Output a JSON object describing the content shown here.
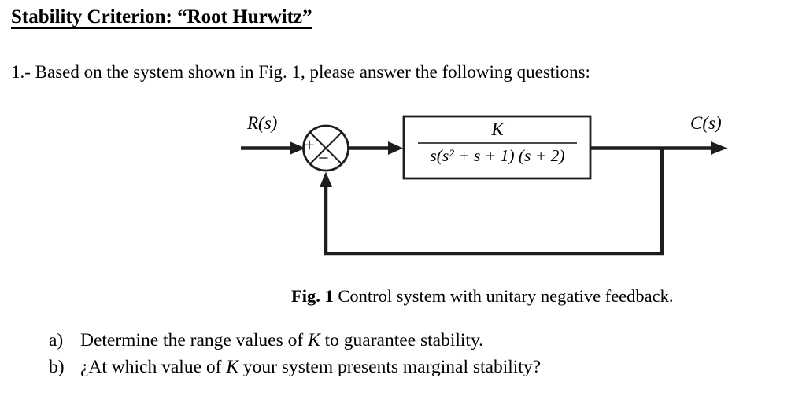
{
  "page": {
    "title": "Stability Criterion: “Root Hurwitz”",
    "problem_statement": "1.- Based on the system shown in Fig. 1, please answer the following questions:"
  },
  "diagram": {
    "input_label": "R(s)",
    "output_label": "C(s)",
    "sum_plus": "+",
    "sum_minus": "−",
    "block_numerator": "K",
    "block_denominator": "s(s² + s + 1) (s + 2)",
    "caption_bold": "Fig. 1",
    "caption_rest": " Control system with unitary negative feedback."
  },
  "questions": [
    {
      "label": "a)",
      "pre": "Determine the range values of ",
      "var": "K",
      "post": " to guarantee stability."
    },
    {
      "label": "b)",
      "pre": "¿At which value of ",
      "var": "K",
      "post": " your system presents marginal stability?"
    }
  ],
  "colors": {
    "background": "#ffffff",
    "text": "#000000",
    "line": "#1d1d1d",
    "fraction_bar": "#4a4a4a"
  }
}
